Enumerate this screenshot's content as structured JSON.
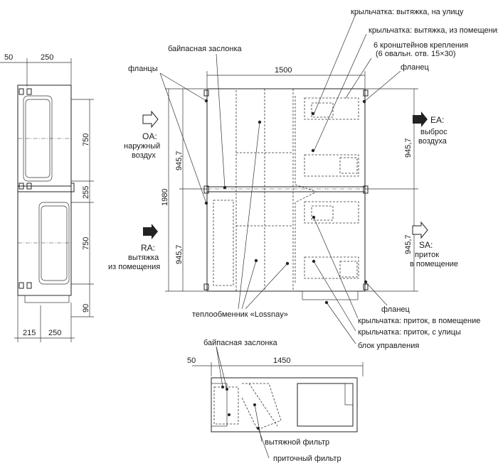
{
  "labels": {
    "impeller_exhaust_out": "крыльчатка: вытяжка, на улицу",
    "impeller_exhaust_in": "крыльчатка: вытяжка, из помещения",
    "brackets_line1": "6 кронштейнов крепления",
    "brackets_line2": "(6 овальн. отв. 15×30)",
    "flange_top": "фланец",
    "bypass_top": "байпасная заслонка",
    "flanges": "фланцы",
    "oa_code": "OA:",
    "oa_line1": "наружный",
    "oa_line2": "воздух",
    "ra_code": "RA:",
    "ra_line1": "вытяжка",
    "ra_line2": "из помещения",
    "ea_code": "EA:",
    "ea_line1": "выброс",
    "ea_line2": "воздуха",
    "sa_code": "SA:",
    "sa_line1": "приток",
    "sa_line2": "в помещение",
    "heat_exchanger": "теплообменник «Lossnay»",
    "flange_bottom": "фланец",
    "impeller_supply_in": "крыльчатка: приток, в помещение",
    "impeller_supply_out": "крыльчатка: приток, с улицы",
    "control_unit": "блок управления",
    "bypass_bottom": "байпасная заслонка",
    "exhaust_filter": "вытяжной фильтр",
    "supply_filter": "приточный фильтр"
  },
  "dimensions": {
    "side_top_left": "50",
    "side_top_width": "250",
    "side_h1": "750",
    "side_gap": "255",
    "side_h2": "750",
    "side_bottom": "90",
    "side_bottom_left": "215",
    "side_bottom_right": "250",
    "front_width": "1500",
    "front_total_height": "1980",
    "front_left_upper": "945,7",
    "front_left_lower": "945,7",
    "front_right_upper": "945,7",
    "front_right_lower": "945,7",
    "bottom_offset": "50",
    "bottom_width": "1450"
  }
}
